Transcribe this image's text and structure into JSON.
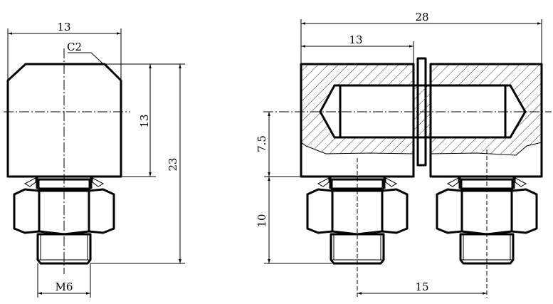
{
  "dimensions": {
    "left_width": "13",
    "left_chamfer": "C2",
    "left_body_height": "13",
    "left_total_height": "23",
    "left_thread": "M6",
    "right_total_width": "28",
    "right_block_width": "13",
    "right_center_height": "7.5",
    "right_fitting_height": "10",
    "right_fitting_spacing": "15"
  }
}
